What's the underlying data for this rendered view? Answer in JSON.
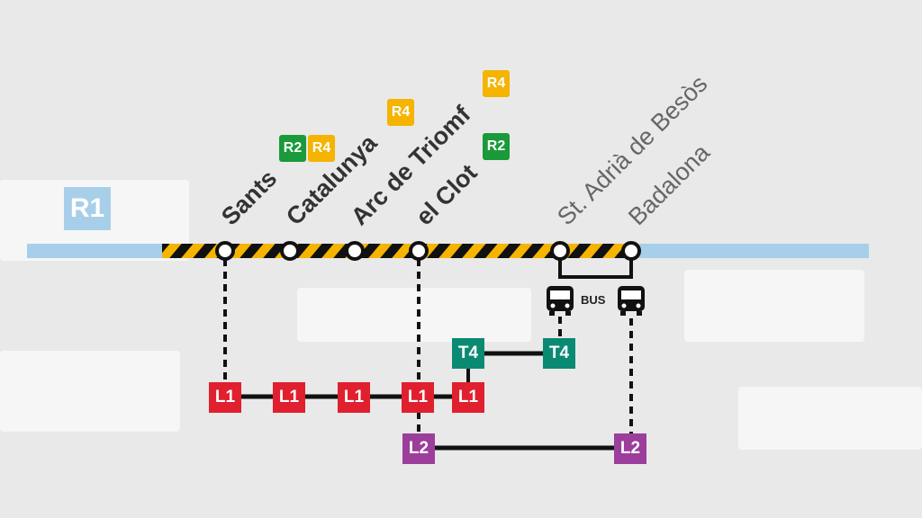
{
  "main_line": {
    "label": "R1",
    "color": "#a8cfe9"
  },
  "works_stripe": {
    "colors": [
      "#f4b400",
      "#111111"
    ]
  },
  "stations": [
    {
      "name": "Sants",
      "style": "bold",
      "connections": [
        "R2",
        "R4"
      ]
    },
    {
      "name": "Catalunya",
      "style": "bold",
      "connections": [
        "R4"
      ]
    },
    {
      "name": "Arc de Triomf",
      "style": "bold",
      "connections": [
        "R4"
      ]
    },
    {
      "name": "el Clot",
      "style": "bold",
      "connections": [
        "R2"
      ]
    },
    {
      "name": "St. Adrià de Besòs",
      "style": "light",
      "connections": []
    },
    {
      "name": "Badalona",
      "style": "light",
      "connections": []
    }
  ],
  "line_colors": {
    "R2": "#1a9a3a",
    "R4": "#f4b400",
    "L1": "#e0202e",
    "L2": "#9c3e9c",
    "T4": "#0a8a73"
  },
  "metro": {
    "L1": [
      "L1",
      "L1",
      "L1",
      "L1",
      "L1"
    ],
    "L2": [
      "L2",
      "L2"
    ],
    "T4": [
      "T4",
      "T4"
    ]
  },
  "bus": {
    "label": "BUS"
  }
}
